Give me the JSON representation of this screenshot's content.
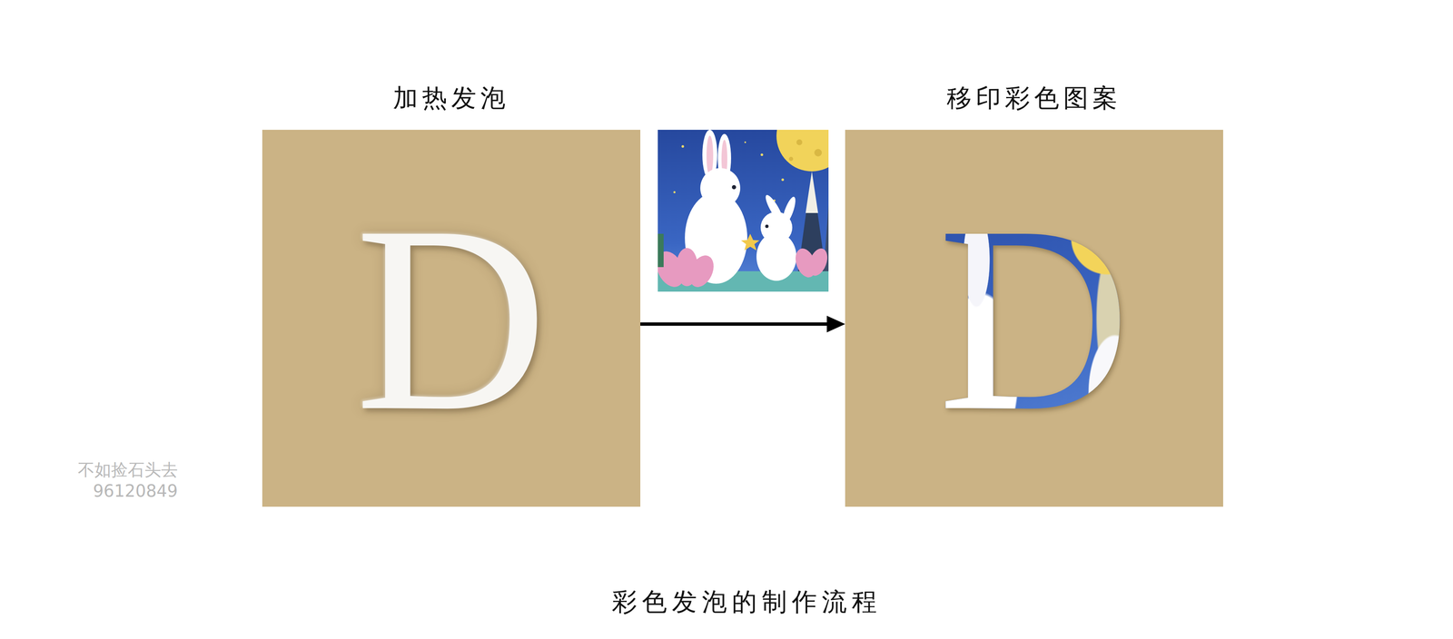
{
  "diagram": {
    "caption": "彩色发泡的制作流程",
    "nodes": [
      {
        "text": [
          "加热发泡",
          "D"
        ]
      },
      {
        "text": [
          "移印彩色图案",
          "D"
        ]
      }
    ],
    "edges": [
      {
        "from": 0,
        "to": 1,
        "arrow": "to"
      }
    ],
    "labels": [
      "不如捡石头去",
      "96120849"
    ]
  }
}
